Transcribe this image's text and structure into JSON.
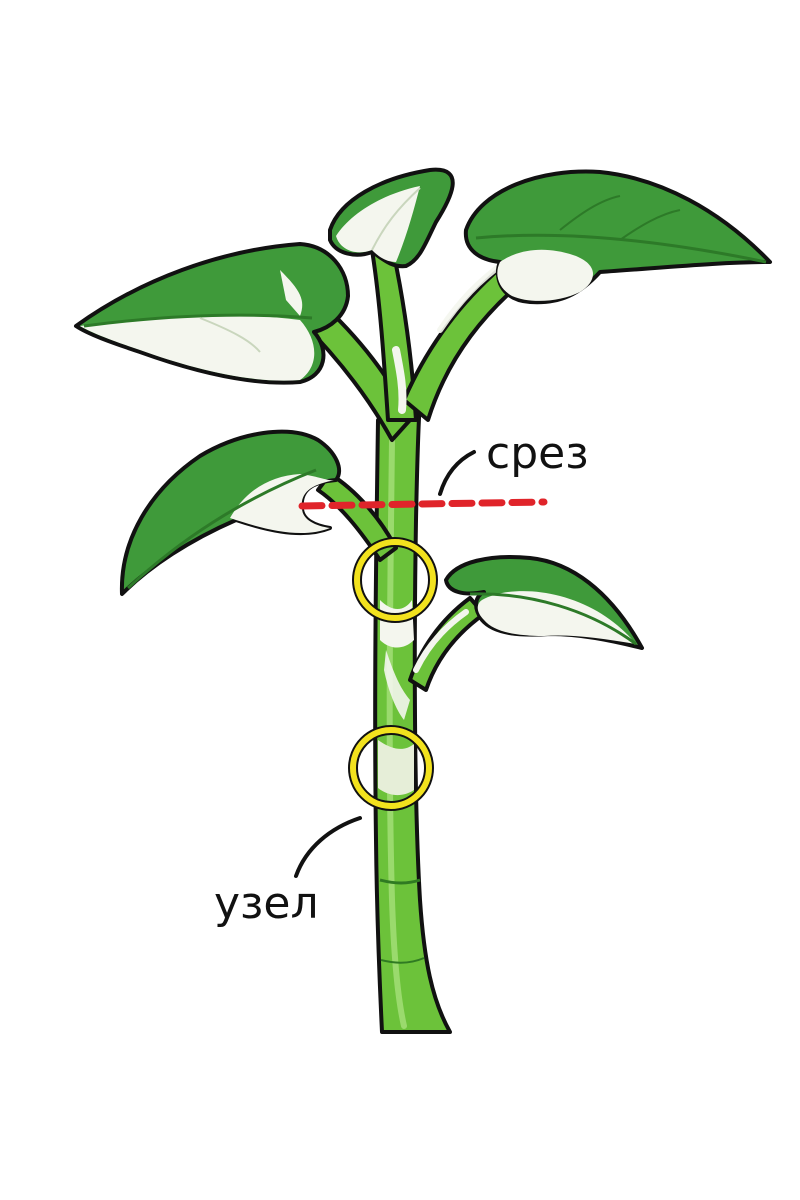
{
  "labels": {
    "cut": "срез",
    "node": "узел"
  },
  "colors": {
    "leaf_green": "#3f9a3a",
    "leaf_white": "#f4f6ee",
    "stem_green": "#6cc23a",
    "outline": "#111111",
    "cut_line": "#e0242a",
    "node_ring": "#f2e21e"
  },
  "markers": {
    "node_count": 2,
    "cut_count": 1
  }
}
